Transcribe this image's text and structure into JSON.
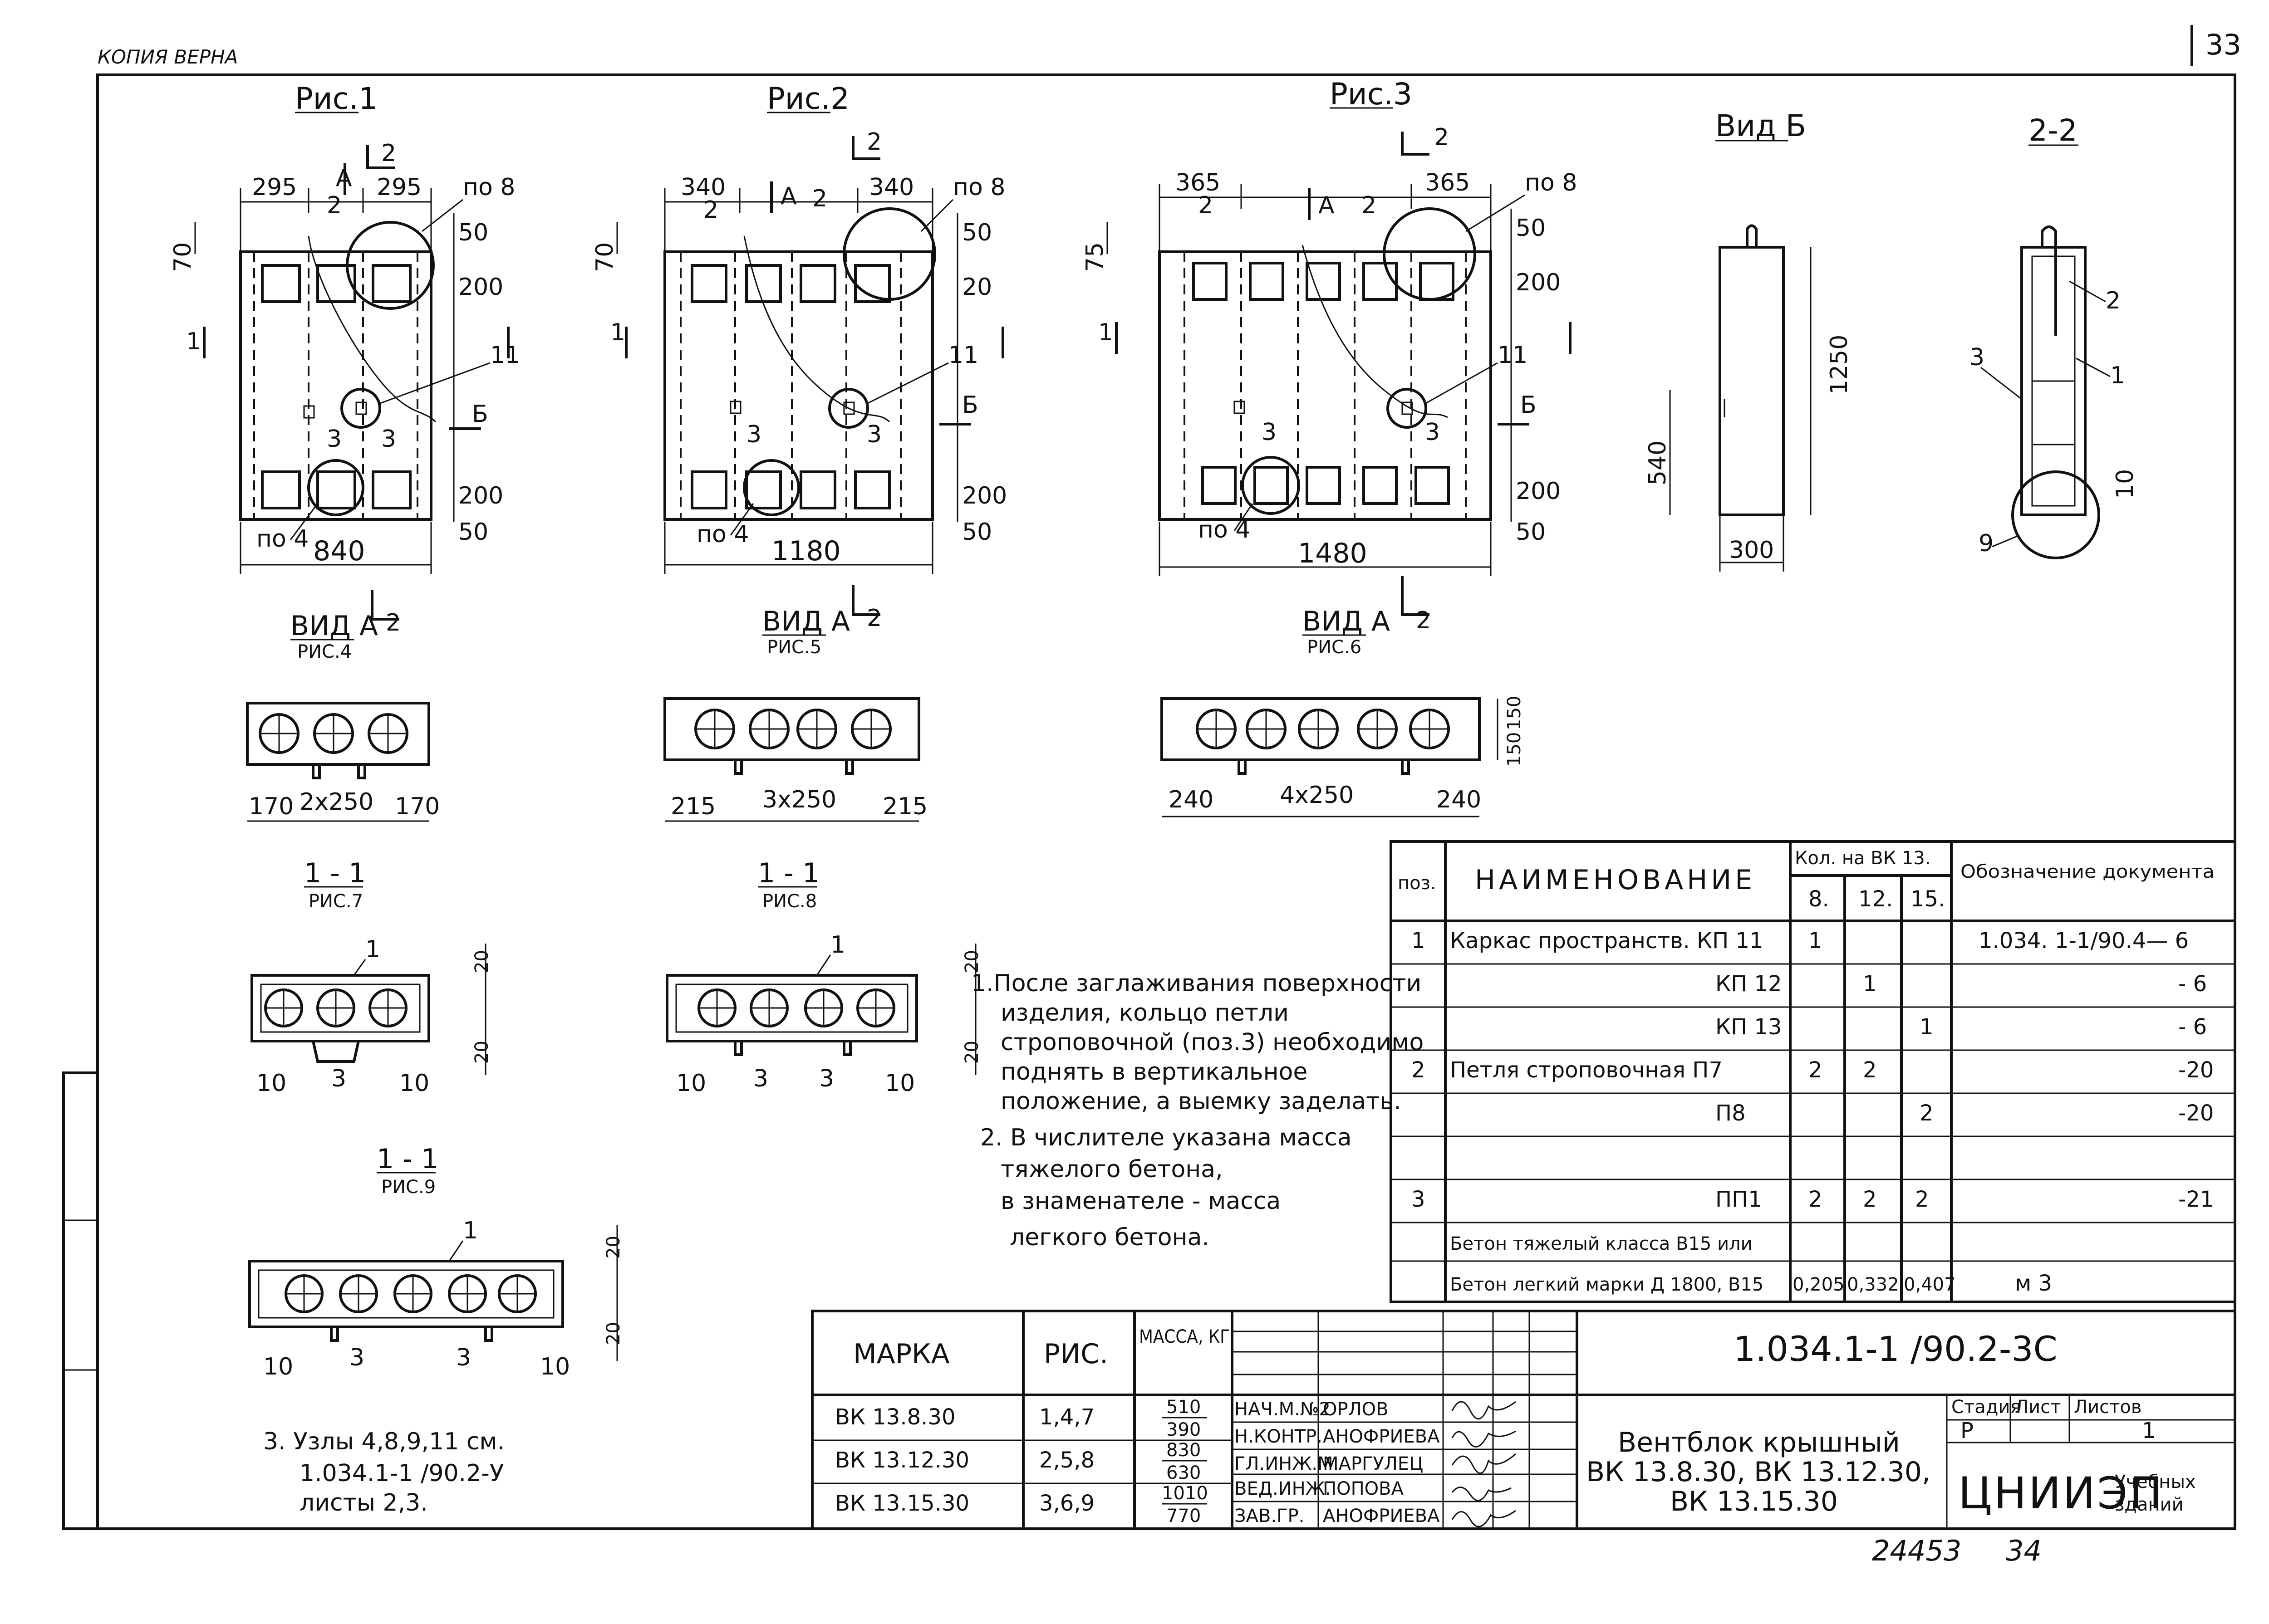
{
  "header": {
    "stamp": "КОПИЯ ВЕРНА",
    "sheet_no": "33"
  },
  "figures": {
    "fig1": {
      "title": "Рис.1",
      "top_left": "295",
      "top_right": "295",
      "overall": "840",
      "left_dim": "70",
      "d50": "50",
      "d200": "200",
      "d200b": "200",
      "d50b": "50",
      "node8": "по 8",
      "node4": "по 4",
      "node11": "11",
      "pos2": "2",
      "pos3a": "3",
      "pos3b": "3",
      "sec1": "1",
      "sec2": "2",
      "secA": "А",
      "secB": "Б"
    },
    "fig2": {
      "title": "Рис.2",
      "top_left": "340",
      "top_right": "340",
      "overall": "1180",
      "left_dim": "70",
      "d50": "50",
      "d20": "20",
      "d200": "200",
      "d50b": "50",
      "node8": "по 8",
      "node4": "по 4",
      "node11": "11",
      "pos2": "2",
      "pos2b": "2",
      "pos3a": "3",
      "pos3b": "3",
      "sec1": "1",
      "sec2": "2",
      "secA": "А",
      "secB": "Б"
    },
    "fig3": {
      "title": "Рис.3",
      "top_left": "365",
      "top_right": "365",
      "overall": "1480",
      "left_dim": "75",
      "d50": "50",
      "d200": "200",
      "d200b": "200",
      "d50b": "50",
      "node8": "по 8",
      "node4": "по 4",
      "node11": "11",
      "pos2": "2",
      "pos2b": "2",
      "pos3a": "3",
      "pos3b": "3",
      "sec1": "1",
      "sec2": "2",
      "secA": "А",
      "secB": "Б"
    },
    "vidB": {
      "title": "Вид Б",
      "height": "1250",
      "low": "540",
      "width": "300"
    },
    "sec22": {
      "title": "2-2",
      "p1": "1",
      "p2": "2",
      "p3": "3",
      "p9": "9",
      "d10": "10"
    },
    "vidA4": {
      "title": "ВИД А",
      "sub": "РИС.4",
      "d1": "170",
      "d2": "2х250",
      "d3": "170",
      "sec2": "2"
    },
    "vidA5": {
      "title": "ВИД А",
      "sub": "РИС.5",
      "d1": "215",
      "d2": "3х250",
      "d3": "215",
      "sec2": "2"
    },
    "vidA6": {
      "title": "ВИД А",
      "sub": "РИС.6",
      "d1": "240",
      "d2": "4х250",
      "d3": "240",
      "h1": "150",
      "h2": "150",
      "sec2": "2"
    },
    "s7": {
      "title": "1 - 1",
      "sub": "РИС.7",
      "p1": "1",
      "p3": "3",
      "d10a": "10",
      "d10b": "10",
      "d20a": "20",
      "d20b": "20"
    },
    "s8": {
      "title": "1 - 1",
      "sub": "РИС.8",
      "p1": "1",
      "p3a": "3",
      "p3b": "3",
      "d10a": "10",
      "d10b": "10",
      "d20a": "20",
      "d20b": "20"
    },
    "s9": {
      "title": "1 - 1",
      "sub": "РИС.9",
      "p1": "1",
      "p3a": "3",
      "p3b": "3",
      "d10a": "10",
      "d10b": "10",
      "d20a": "20",
      "d20b": "20"
    }
  },
  "notes": [
    "1.После заглаживания поверхности",
    "изделия, кольцо петли",
    "строповочной (поз.3) необходимо",
    "поднять в вертикальное",
    "положение, а выемку заделать.",
    "2. В числителе указана масса",
    "тяжелого бетона,",
    "в знаменателе - масса",
    "легкого бетона."
  ],
  "note3": [
    "3. Узлы 4,8,9,11 см.",
    "1.034.1-1 /90.2-У",
    "листы 2,3."
  ],
  "spec": {
    "headers": {
      "pos": "поз.",
      "name": "НАИМЕНОВАНИЕ",
      "qty": "Кол. на ВК 13.",
      "doc": "Обозначение документа",
      "q8": "8.",
      "q12": "12.",
      "q15": "15."
    },
    "rows": [
      {
        "pos": "1",
        "name": "Каркас пространств. КП 11",
        "q8": "1",
        "q12": "",
        "q15": "",
        "doc": "1.034. 1-1/90.4— 6"
      },
      {
        "pos": "",
        "name": "КП 12",
        "q8": "",
        "q12": "1",
        "q15": "",
        "doc": "- 6"
      },
      {
        "pos": "",
        "name": "КП 13",
        "q8": "",
        "q12": "",
        "q15": "1",
        "doc": "- 6"
      },
      {
        "pos": "2",
        "name": "Петля строповочная П7",
        "q8": "2",
        "q12": "2",
        "q15": "",
        "doc": "-20"
      },
      {
        "pos": "",
        "name": "П8",
        "q8": "",
        "q12": "",
        "q15": "2",
        "doc": "-20"
      },
      {
        "pos": "",
        "name": "",
        "q8": "",
        "q12": "",
        "q15": "",
        "doc": ""
      },
      {
        "pos": "3",
        "name": "ПП1",
        "q8": "2",
        "q12": "2",
        "q15": "2",
        "doc": "-21"
      },
      {
        "pos": "",
        "name": "Бетон тяжелый класса В15 или",
        "q8": "",
        "q12": "",
        "q15": "",
        "doc": ""
      },
      {
        "pos": "",
        "name": "Бетон легкий марки Д 1800, В15",
        "q8": "0,205",
        "q12": "0,332",
        "q15": "0,407",
        "doc": "м 3"
      }
    ]
  },
  "marks": {
    "headers": {
      "mark": "МАРКА",
      "fig": "РИС.",
      "mass": "МАССА, КГ"
    },
    "rows": [
      {
        "mark": "ВК 13.8.30",
        "fig": "1,4,7",
        "num": "510",
        "den": "390"
      },
      {
        "mark": "ВК 13.12.30",
        "fig": "2,5,8",
        "num": "830",
        "den": "630"
      },
      {
        "mark": "ВК 13.15.30",
        "fig": "3,6,9",
        "num": "1010",
        "den": "770"
      }
    ]
  },
  "stamp": {
    "code": "1.034.1-1 /90.2-3С",
    "signers": [
      {
        "role": "НАЧ.М.№2",
        "name": "ОРЛОВ"
      },
      {
        "role": "Н.КОНТР.",
        "name": "АНОФРИЕВА"
      },
      {
        "role": "ГЛ.ИНЖ.М.",
        "name": "МАРГУЛЕЦ"
      },
      {
        "role": "ВЕД.ИНЖ.",
        "name": "ПОПОВА"
      },
      {
        "role": "ЗАВ.ГР.",
        "name": "АНОФРИЕВА"
      }
    ],
    "title": [
      "Вентблок крышный",
      "ВК 13.8.30, ВК 13.12.30,",
      "ВК 13.15.30"
    ],
    "stage_label": "Стадия",
    "sheet_label": "Лист",
    "sheets_label": "Листов",
    "stage": "Р",
    "sheets": "1",
    "org": "ЦНИИЭП",
    "org_sub": [
      "Учебных",
      "зданий"
    ]
  },
  "footer": {
    "inv": "24453",
    "page": "34"
  }
}
